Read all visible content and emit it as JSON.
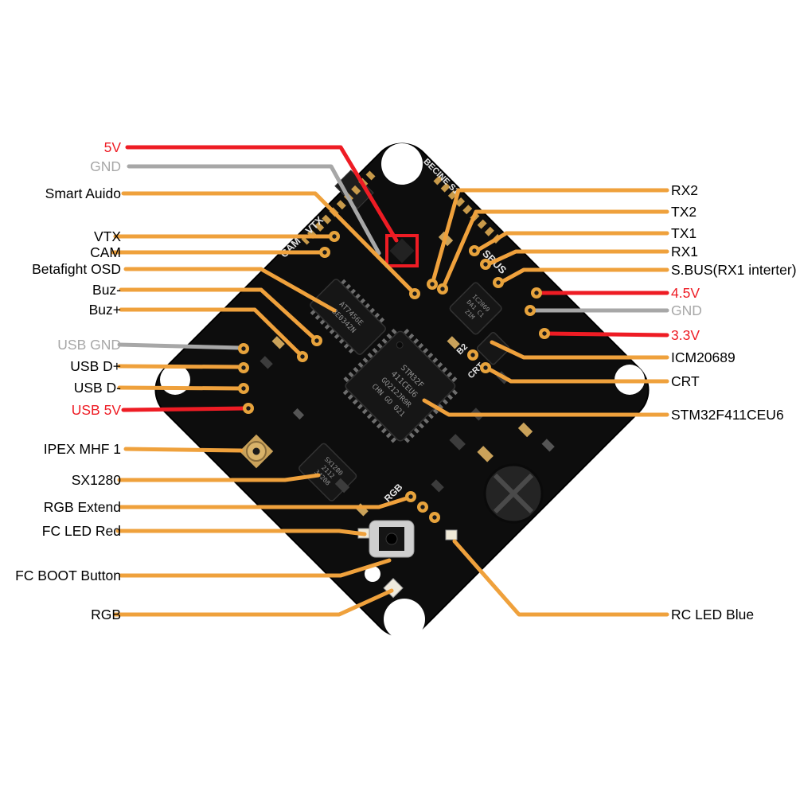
{
  "colors": {
    "orange": "#EFA13C",
    "red": "#EE1C24",
    "gray": "#A7A7A7",
    "board": "#0d0d0d",
    "pad": "#E7A33C"
  },
  "labels": {
    "left": [
      {
        "text": "5V",
        "color": "red"
      },
      {
        "text": "GND",
        "color": "gray"
      },
      {
        "text": "Smart Auido",
        "color": "black"
      },
      {
        "text": "VTX",
        "color": "black"
      },
      {
        "text": "CAM",
        "color": "black"
      },
      {
        "text": "Betafight OSD",
        "color": "black"
      },
      {
        "text": "Buz-",
        "color": "black"
      },
      {
        "text": "Buz+",
        "color": "black"
      },
      {
        "text": "USB GND",
        "color": "gray"
      },
      {
        "text": "USB D+",
        "color": "black"
      },
      {
        "text": "USB D-",
        "color": "black"
      },
      {
        "text": "USB 5V",
        "color": "red"
      },
      {
        "text": "IPEX MHF 1",
        "color": "black"
      },
      {
        "text": "SX1280",
        "color": "black"
      },
      {
        "text": "RGB Extend",
        "color": "black"
      },
      {
        "text": "FC LED Red",
        "color": "black"
      },
      {
        "text": "FC BOOT Button",
        "color": "black"
      },
      {
        "text": "RGB",
        "color": "black"
      }
    ],
    "right": [
      {
        "text": "RX2",
        "color": "black"
      },
      {
        "text": "TX2",
        "color": "black"
      },
      {
        "text": "TX1",
        "color": "black"
      },
      {
        "text": "RX1",
        "color": "black"
      },
      {
        "text": "S.BUS(RX1 interter)",
        "color": "black"
      },
      {
        "text": "4.5V",
        "color": "red"
      },
      {
        "text": "GND",
        "color": "gray"
      },
      {
        "text": "3.3V",
        "color": "red"
      },
      {
        "text": "ICM20689",
        "color": "black"
      },
      {
        "text": "CRT",
        "color": "black"
      },
      {
        "text": "STM32F411CEU6",
        "color": "black"
      },
      {
        "text": "RC LED Blue",
        "color": "black"
      }
    ]
  },
  "board": {
    "chips": {
      "mcu": [
        "STM32F",
        "411CEU6",
        "GQ212JR9R",
        "CHN GD 021"
      ],
      "osd": [
        "AT7456E",
        "BE0342N"
      ],
      "sx": [
        "SX1280",
        "2112",
        "34208"
      ],
      "sbus_ic": [
        "IC2869",
        "DA1 C1",
        "Z1M"
      ]
    },
    "silkscreen": {
      "cam": "CAM",
      "vtx": "VTX",
      "sbus": "SBUS",
      "rgb": "RGB",
      "b2": "B2",
      "crt": "CRT",
      "brand": "BECINE S1"
    }
  }
}
